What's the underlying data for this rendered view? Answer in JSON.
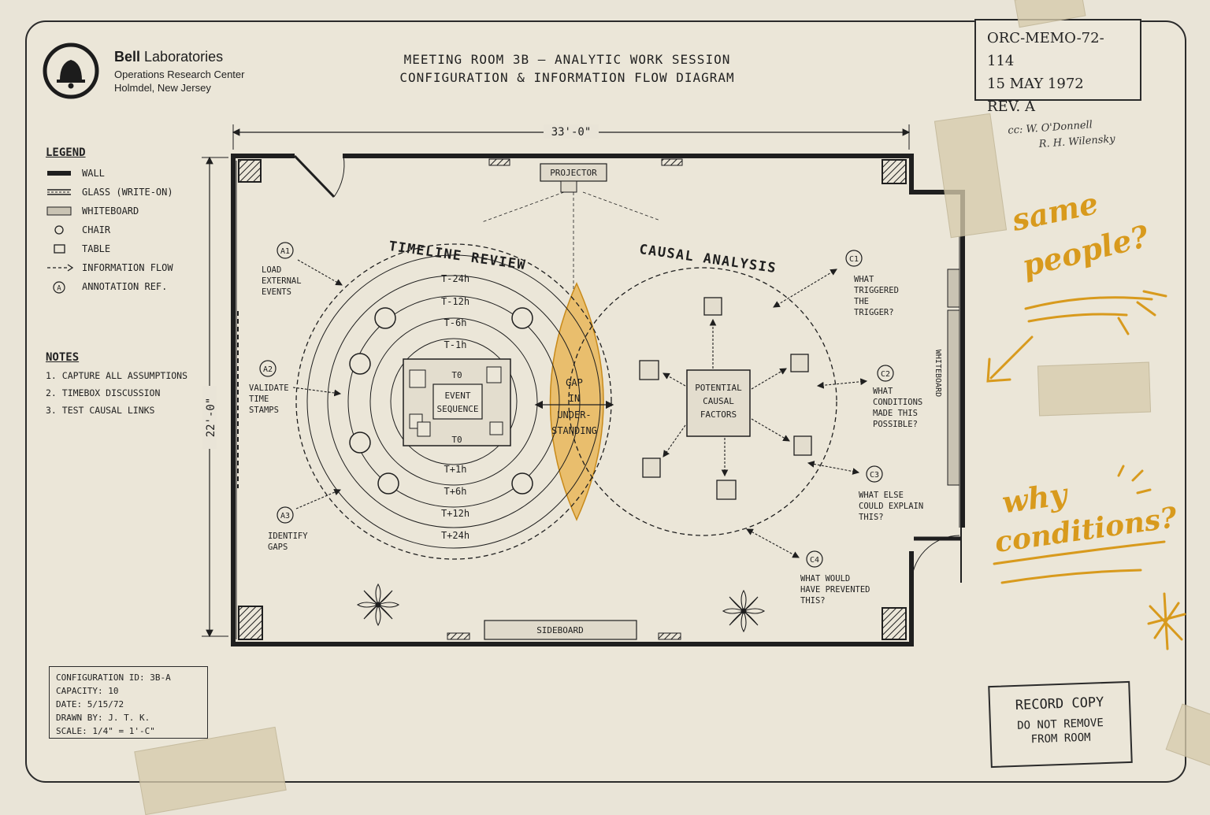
{
  "header": {
    "org_name_bold": "Bell",
    "org_name_rest": "Laboratories",
    "org_sub1": "Operations Research Center",
    "org_sub2": "Holmdel, New Jersey",
    "title_line1": "MEETING ROOM 3B — ANALYTIC WORK SESSION",
    "title_line2": "CONFIGURATION & INFORMATION FLOW DIAGRAM"
  },
  "memo": {
    "id": "ORC-MEMO-72-114",
    "date": "15 MAY 1972",
    "rev": "REV. A"
  },
  "cc": {
    "line1": "cc: W. O'Donnell",
    "line2": "R. H. Wilensky"
  },
  "legend": {
    "heading": "LEGEND",
    "items": [
      {
        "label": "WALL",
        "symbol": "wall"
      },
      {
        "label": "GLASS (WRITE-ON)",
        "symbol": "glass"
      },
      {
        "label": "WHITEBOARD",
        "symbol": "whiteboard"
      },
      {
        "label": "CHAIR",
        "symbol": "chair"
      },
      {
        "label": "TABLE",
        "symbol": "table"
      },
      {
        "label": "INFORMATION FLOW",
        "symbol": "flow"
      },
      {
        "label": "ANNOTATION REF.",
        "symbol": "annotation"
      }
    ]
  },
  "notes": {
    "heading": "NOTES",
    "items": [
      "1. CAPTURE ALL ASSUMPTIONS",
      "2. TIMEBOX DISCUSSION",
      "3. TEST CAUSAL LINKS"
    ]
  },
  "dimensions": {
    "width": "33'-0\"",
    "height": "22'-0\""
  },
  "room": {
    "projector": "PROJECTOR",
    "sideboard": "SIDEBOARD",
    "whiteboard": "WHITEBOARD",
    "timeline_title": "TIMELINE REVIEW",
    "causal_title": "CAUSAL ANALYSIS",
    "rings_top": [
      "T-24h",
      "T-12h",
      "T-6h",
      "T-1h"
    ],
    "rings_bottom": [
      "T+1h",
      "T+6h",
      "T+12h",
      "T+24h"
    ],
    "t0": "T0",
    "event_seq": [
      "EVENT",
      "SEQUENCE"
    ],
    "gap": [
      "GAP",
      "IN",
      "UNDER-",
      "STANDING"
    ],
    "causal_center": [
      "POTENTIAL",
      "CAUSAL",
      "FACTORS"
    ]
  },
  "annotations": [
    {
      "ref": "A1",
      "lines": [
        "LOAD",
        "EXTERNAL",
        "EVENTS"
      ]
    },
    {
      "ref": "A2",
      "lines": [
        "VALIDATE",
        "TIME",
        "STAMPS"
      ]
    },
    {
      "ref": "A3",
      "lines": [
        "IDENTIFY",
        "GAPS"
      ]
    },
    {
      "ref": "C1",
      "lines": [
        "WHAT",
        "TRIGGERED",
        "THE",
        "TRIGGER?"
      ]
    },
    {
      "ref": "C2",
      "lines": [
        "WHAT",
        "CONDITIONS",
        "MADE THIS",
        "POSSIBLE?"
      ]
    },
    {
      "ref": "C3",
      "lines": [
        "WHAT ELSE",
        "COULD EXPLAIN",
        "THIS?"
      ]
    },
    {
      "ref": "C4",
      "lines": [
        "WHAT WOULD",
        "HAVE PREVENTED",
        "THIS?"
      ]
    }
  ],
  "config": {
    "id": "CONFIGURATION ID: 3B-A",
    "capacity": "CAPACITY:  10",
    "date": "DATE: 5/15/72",
    "drawn": "DRAWN BY: J. T. K.",
    "scale": "SCALE: 1/4\" = 1'-C\""
  },
  "record": {
    "line1": "RECORD COPY",
    "line2": "DO NOT REMOVE",
    "line3": "FROM ROOM"
  },
  "handwriting": {
    "same1": "same",
    "same2": "people?",
    "why1": "why",
    "why2": "conditions?"
  },
  "colors": {
    "ink": "#1f1f1f",
    "paper": "#ebe6d8",
    "accent": "#d89a1d",
    "highlight": "#e8b04a"
  }
}
